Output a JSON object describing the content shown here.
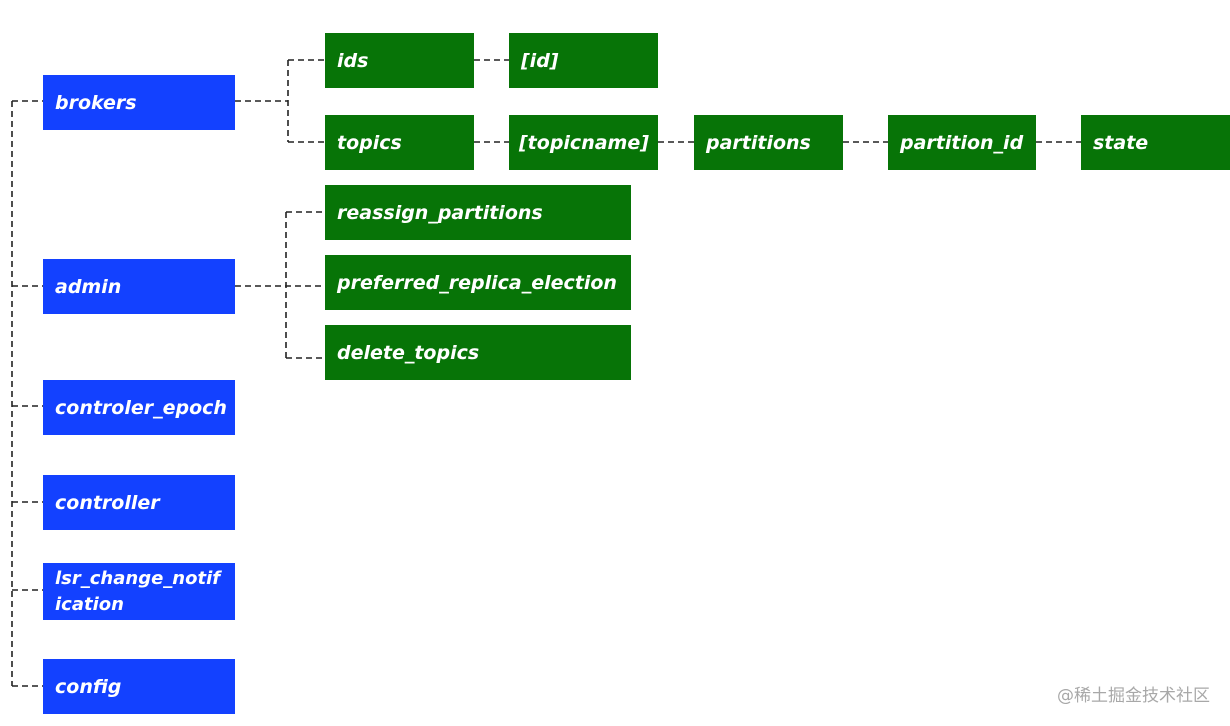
{
  "root_children": {
    "brokers": "brokers",
    "admin": "admin",
    "controler_epoch": "controler_epoch",
    "controller": "controller",
    "isr_change_notification": "lsr_change_notification",
    "config": "config"
  },
  "brokers_children": {
    "ids": "ids",
    "id": "[id]",
    "topics": "topics",
    "topicname": "[topicname]",
    "partitions": "partitions",
    "partition_id": "partition_id",
    "state": "state"
  },
  "admin_children": {
    "reassign_partitions": "reassign_partitions",
    "preferred_replica_election": "preferred_replica_election",
    "delete_topics": "delete_topics"
  },
  "colors": {
    "root_node": "#1341ff",
    "child_node": "#077407",
    "connector": "#222222"
  },
  "watermark": "@稀土掘金技术社区"
}
